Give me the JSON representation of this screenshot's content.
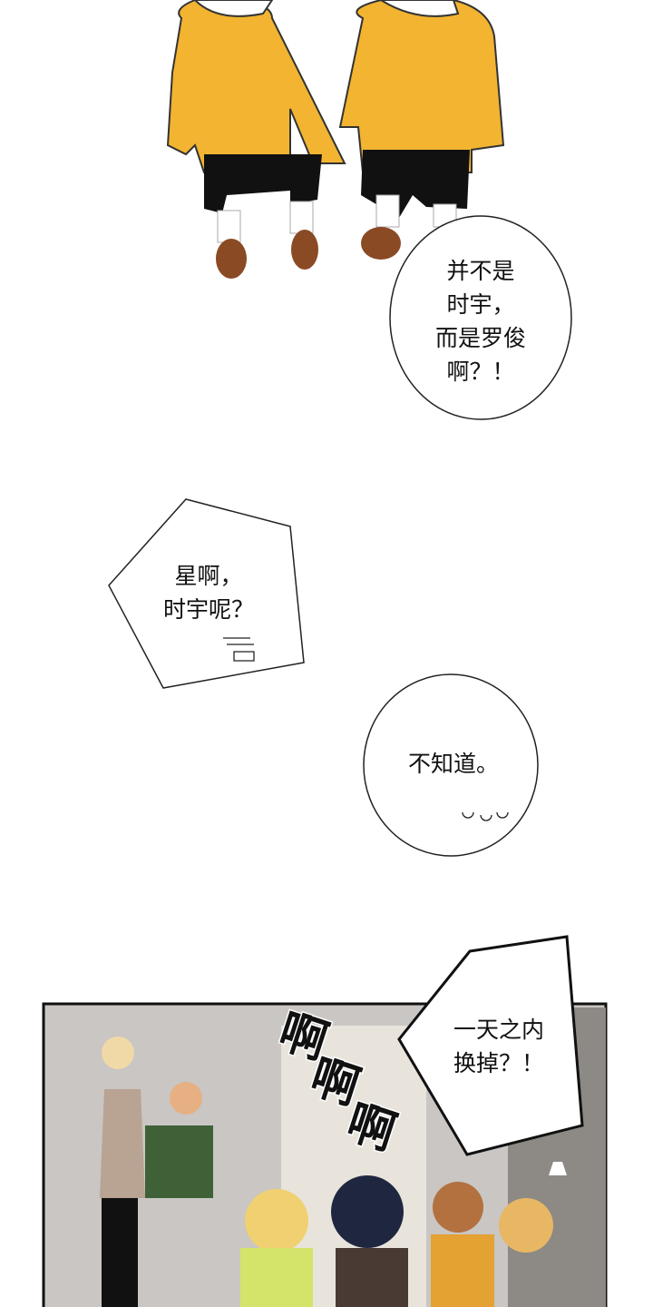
{
  "comic": {
    "bubble1": {
      "text": "并不是\n时宇，\n而是罗俊\n啊？！"
    },
    "bubble2": {
      "text": "星啊，\n时宇呢？"
    },
    "bubble3": {
      "text": "不知道。"
    },
    "sfx": [
      "啊",
      "啊",
      "啊"
    ],
    "bubble4": {
      "text": "一天之内\n换掉？！"
    },
    "colors": {
      "shirt_yellow": "#f2b431",
      "shorts_black": "#111111",
      "shoes_brown": "#8a4a24",
      "panel_bg": "#c9c6c3"
    }
  }
}
